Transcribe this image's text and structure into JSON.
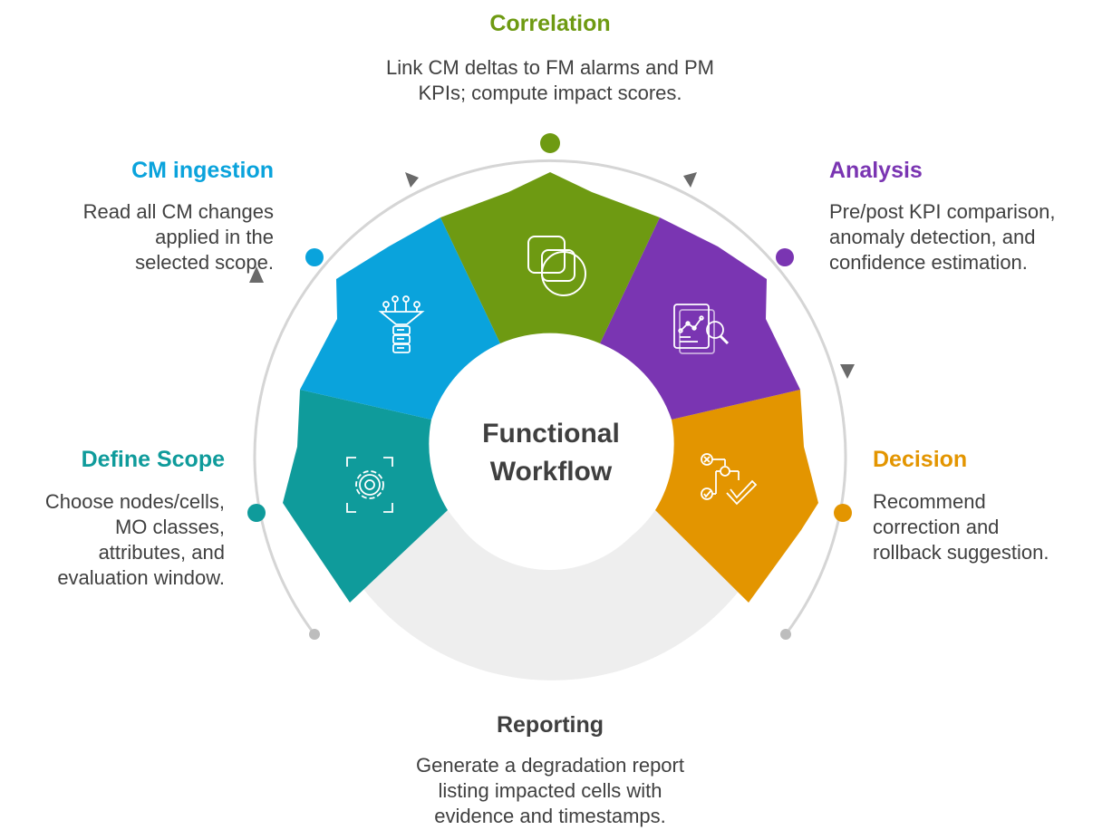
{
  "center": {
    "line1": "Functional",
    "line2": "Workflow"
  },
  "steps": [
    {
      "title": "Correlation",
      "desc": [
        "Link CM deltas to FM alarms and PM",
        "KPIs; compute impact scores."
      ],
      "color": "#6e9a12",
      "icon": "overlapping-shapes-icon"
    },
    {
      "title": "Analysis",
      "desc": [
        "Pre/post KPI comparison,",
        "anomaly detection, and",
        "confidence estimation."
      ],
      "color": "#7a35b2",
      "icon": "report-magnifier-icon"
    },
    {
      "title": "Decision",
      "desc": [
        "Recommend",
        "correction and",
        "rollback suggestion."
      ],
      "color": "#e39500",
      "icon": "decision-flow-icon"
    },
    {
      "title": "Reporting",
      "desc": [
        "Generate a degradation report",
        "listing impacted cells with",
        "evidence and timestamps."
      ],
      "color": "#3f3f3f",
      "icon": "none"
    },
    {
      "title": "Define Scope",
      "desc": [
        "Choose nodes/cells,",
        "MO classes,",
        "attributes, and",
        "evaluation window."
      ],
      "color": "#0f9b9b",
      "icon": "gear-focus-icon"
    },
    {
      "title": "CM ingestion",
      "desc": [
        "Read all CM changes",
        "applied in the",
        "selected scope."
      ],
      "color": "#0aa3dc",
      "icon": "funnel-database-icon"
    }
  ],
  "colors": {
    "ring": "#d5d5d5",
    "reporting_segment": "#eeeeee",
    "marker_gray": "#bdbdbd",
    "arrow": "#6a6a6a",
    "center_text": "#3f3f3f"
  }
}
